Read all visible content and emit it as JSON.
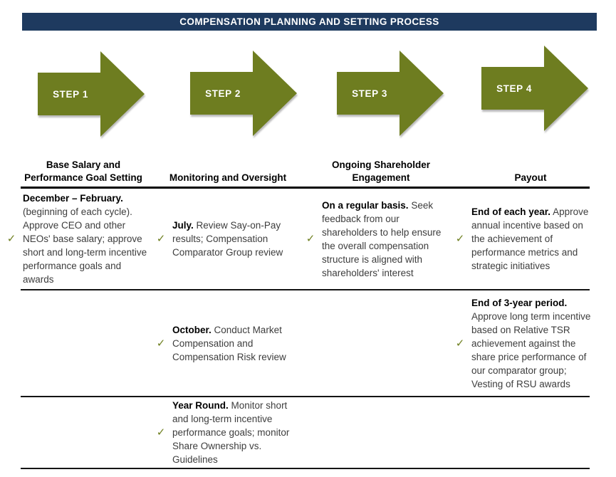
{
  "title": "COMPENSATION PLANNING AND SETTING PROCESS",
  "check_glyph": "✓",
  "colors": {
    "header_bg": "#1e3a5f",
    "arrow": "#6e7d20",
    "check": "#6f8021"
  },
  "steps": [
    {
      "label": "STEP 1"
    },
    {
      "label": "STEP 2"
    },
    {
      "label": "STEP 3"
    },
    {
      "label": "STEP 4"
    }
  ],
  "columns": [
    {
      "heading_lines": [
        "Base Salary and",
        "Performance Goal Setting"
      ]
    },
    {
      "heading_lines": [
        "Monitoring and Oversight"
      ]
    },
    {
      "heading_lines": [
        "Ongoing Shareholder",
        "Engagement"
      ]
    },
    {
      "heading_lines": [
        "Payout"
      ]
    }
  ],
  "rows": [
    {
      "cells": [
        {
          "lead": "December – February.",
          "text": "(beginning of each cycle). Approve CEO and other NEOs' base salary; approve short and long-term incentive performance goals and awards"
        },
        {
          "lead": "July.",
          "text": "Review Say-on-Pay results; Compensation Comparator Group review"
        },
        {
          "lead": "On a regular basis.",
          "text": "Seek feedback from our shareholders to help ensure the overall compensation structure is aligned with shareholders' interest"
        },
        {
          "lead": "End of each year.",
          "text": "Approve annual incentive based on the achievement of performance metrics and strategic initiatives"
        }
      ]
    },
    {
      "cells": [
        null,
        {
          "lead": "October.",
          "text": "Conduct Market Compensation and Compensation Risk review"
        },
        null,
        {
          "lead": "End of 3-year period.",
          "text": "Approve long term incentive based on Relative TSR achievement against the share price performance of our comparator group; Vesting of RSU awards"
        }
      ]
    },
    {
      "cells": [
        null,
        {
          "lead": "Year Round.",
          "text": "Monitor short and long-term incentive performance goals; monitor Share Ownership vs. Guidelines"
        },
        null,
        null
      ]
    }
  ]
}
